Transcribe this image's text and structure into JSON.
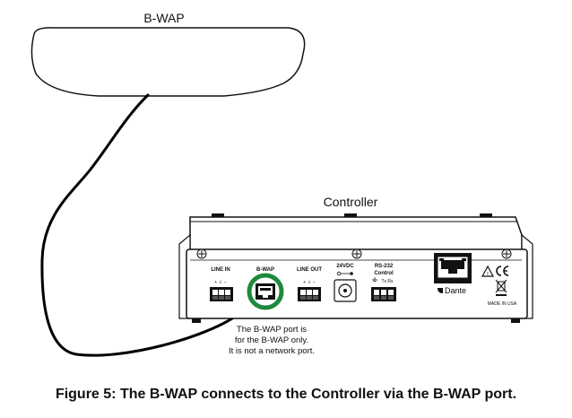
{
  "diagram": {
    "bwap_title": "B-WAP",
    "controller_title": "Controller",
    "ports": {
      "line_in": "LINE IN",
      "bwap": "B-WAP",
      "line_out": "LINE OUT",
      "power": "24VDC",
      "rs232_line1": "RS-232",
      "rs232_line2": "Control",
      "rs232_pins": "Tx Rx",
      "pin_signs": "+ ⏚ −"
    },
    "brand": "Dante",
    "made_in": "MADE IN USA",
    "note_lines": [
      "The B-WAP port is",
      "for the B-WAP only.",
      "It is not a network port."
    ],
    "highlight_color": "#1e8a3c"
  },
  "caption": "Figure 5: The B-WAP connects to the Controller via the B-WAP port."
}
